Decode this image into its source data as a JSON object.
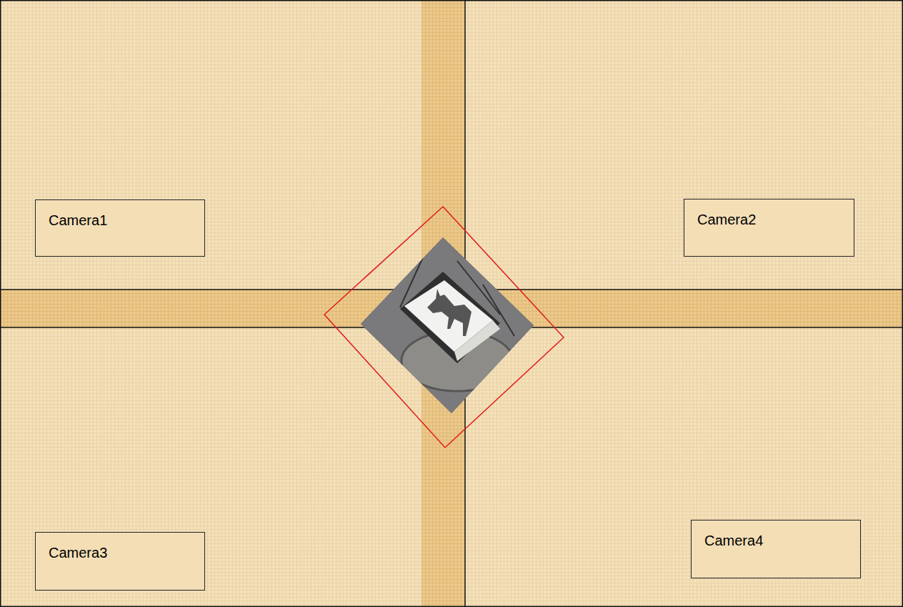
{
  "diagram": {
    "nodes": [
      {
        "text": [
          "Camera1"
        ]
      },
      {
        "text": [
          "Camera2"
        ]
      },
      {
        "text": [
          "Camera3"
        ]
      },
      {
        "text": [
          "Camera4"
        ]
      }
    ]
  }
}
